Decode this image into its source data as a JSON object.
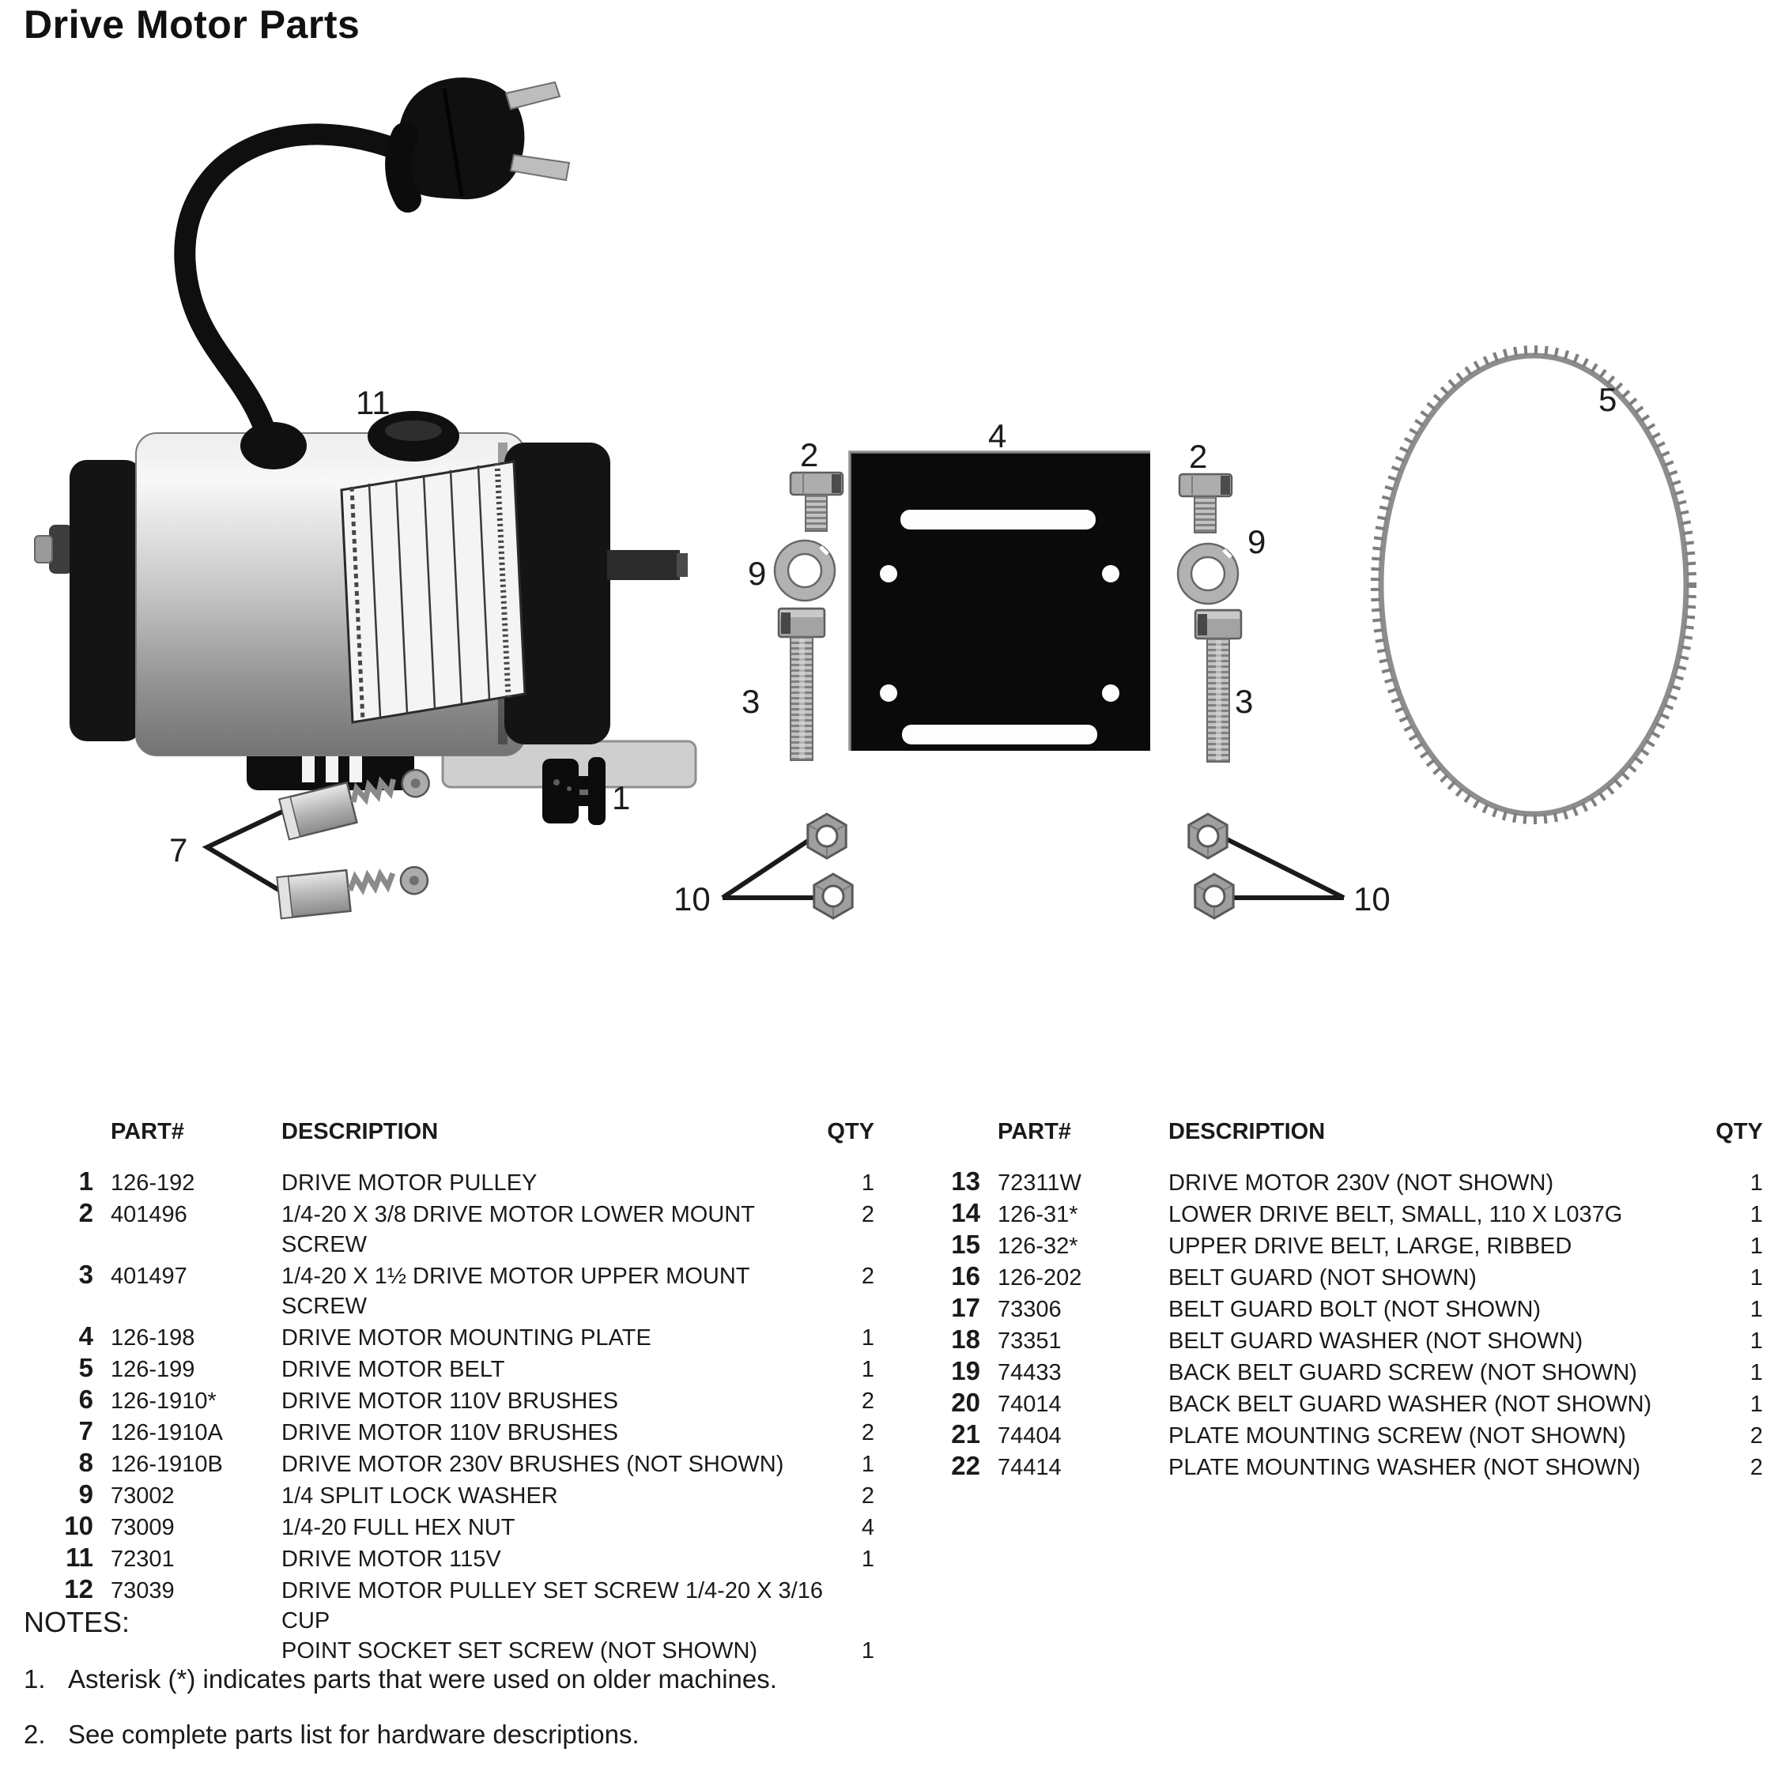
{
  "title": "Drive Motor Parts",
  "diagram": {
    "callouts": {
      "pulley": "1",
      "lower_mount_screw": "2",
      "upper_mount_screw": "3",
      "mounting_plate": "4",
      "belt": "5",
      "brushes": "7",
      "lock_washer": "9",
      "hex_nut": "10",
      "motor": "11"
    }
  },
  "parts_table_left": {
    "headers": {
      "part": "PART#",
      "description": "DESCRIPTION",
      "qty": "QTY"
    },
    "rows": [
      {
        "num": "1",
        "part": "126-192",
        "desc": "DRIVE MOTOR PULLEY",
        "qty": "1"
      },
      {
        "num": "2",
        "part": "401496",
        "desc": "1/4-20 X 3/8 DRIVE MOTOR LOWER MOUNT SCREW",
        "qty": "2"
      },
      {
        "num": "3",
        "part": "401497",
        "desc": "1/4-20 X 1½ DRIVE MOTOR UPPER MOUNT SCREW",
        "qty": "2"
      },
      {
        "num": "4",
        "part": "126-198",
        "desc": "DRIVE MOTOR MOUNTING PLATE",
        "qty": "1"
      },
      {
        "num": "5",
        "part": "126-199",
        "desc": "DRIVE MOTOR BELT",
        "qty": "1"
      },
      {
        "num": "6",
        "part": "126-1910*",
        "desc": "DRIVE MOTOR 110V BRUSHES",
        "qty": "2"
      },
      {
        "num": "7",
        "part": "126-1910A",
        "desc": "DRIVE MOTOR 110V BRUSHES",
        "qty": "2"
      },
      {
        "num": "8",
        "part": "126-1910B",
        "desc": "DRIVE MOTOR 230V BRUSHES (NOT SHOWN)",
        "qty": "1"
      },
      {
        "num": "9",
        "part": "73002",
        "desc": "1/4 SPLIT LOCK WASHER",
        "qty": "2"
      },
      {
        "num": "10",
        "part": "73009",
        "desc": "1/4-20 FULL HEX NUT",
        "qty": "4"
      },
      {
        "num": "11",
        "part": "72301",
        "desc": "DRIVE MOTOR 115V",
        "qty": "1"
      },
      {
        "num": "12",
        "part": "73039",
        "desc": "DRIVE MOTOR PULLEY SET SCREW 1/4-20 X 3/16 CUP",
        "qty": ""
      },
      {
        "num": "",
        "part": "",
        "desc": "POINT SOCKET SET SCREW (NOT SHOWN)",
        "qty": "1"
      }
    ]
  },
  "parts_table_right": {
    "headers": {
      "part": "PART#",
      "description": "DESCRIPTION",
      "qty": "QTY"
    },
    "rows": [
      {
        "num": "13",
        "part": "72311W",
        "desc": "DRIVE MOTOR 230V (NOT SHOWN)",
        "qty": "1"
      },
      {
        "num": "14",
        "part": "126-31*",
        "desc": "LOWER DRIVE BELT, SMALL, 110 X L037G",
        "qty": "1"
      },
      {
        "num": "15",
        "part": "126-32*",
        "desc": "UPPER DRIVE BELT, LARGE, RIBBED",
        "qty": "1"
      },
      {
        "num": "16",
        "part": "126-202",
        "desc": "BELT GUARD (NOT SHOWN)",
        "qty": "1"
      },
      {
        "num": "17",
        "part": "73306",
        "desc": "BELT GUARD BOLT (NOT SHOWN)",
        "qty": "1"
      },
      {
        "num": "18",
        "part": "73351",
        "desc": "BELT GUARD WASHER (NOT SHOWN)",
        "qty": "1"
      },
      {
        "num": "19",
        "part": "74433",
        "desc": "BACK BELT GUARD SCREW (NOT SHOWN)",
        "qty": "1"
      },
      {
        "num": "20",
        "part": "74014",
        "desc": "BACK BELT GUARD WASHER (NOT SHOWN)",
        "qty": "1"
      },
      {
        "num": "21",
        "part": "74404",
        "desc": "PLATE MOUNTING SCREW (NOT SHOWN)",
        "qty": "2"
      },
      {
        "num": "22",
        "part": "74414",
        "desc": "PLATE MOUNTING WASHER (NOT SHOWN)",
        "qty": "2"
      }
    ]
  },
  "notes": {
    "title": "NOTES:",
    "items": [
      {
        "num": "1.",
        "text": "Asterisk (*) indicates parts that were used on older machines."
      },
      {
        "num": "2.",
        "text": "See complete parts list for hardware descriptions."
      }
    ]
  }
}
